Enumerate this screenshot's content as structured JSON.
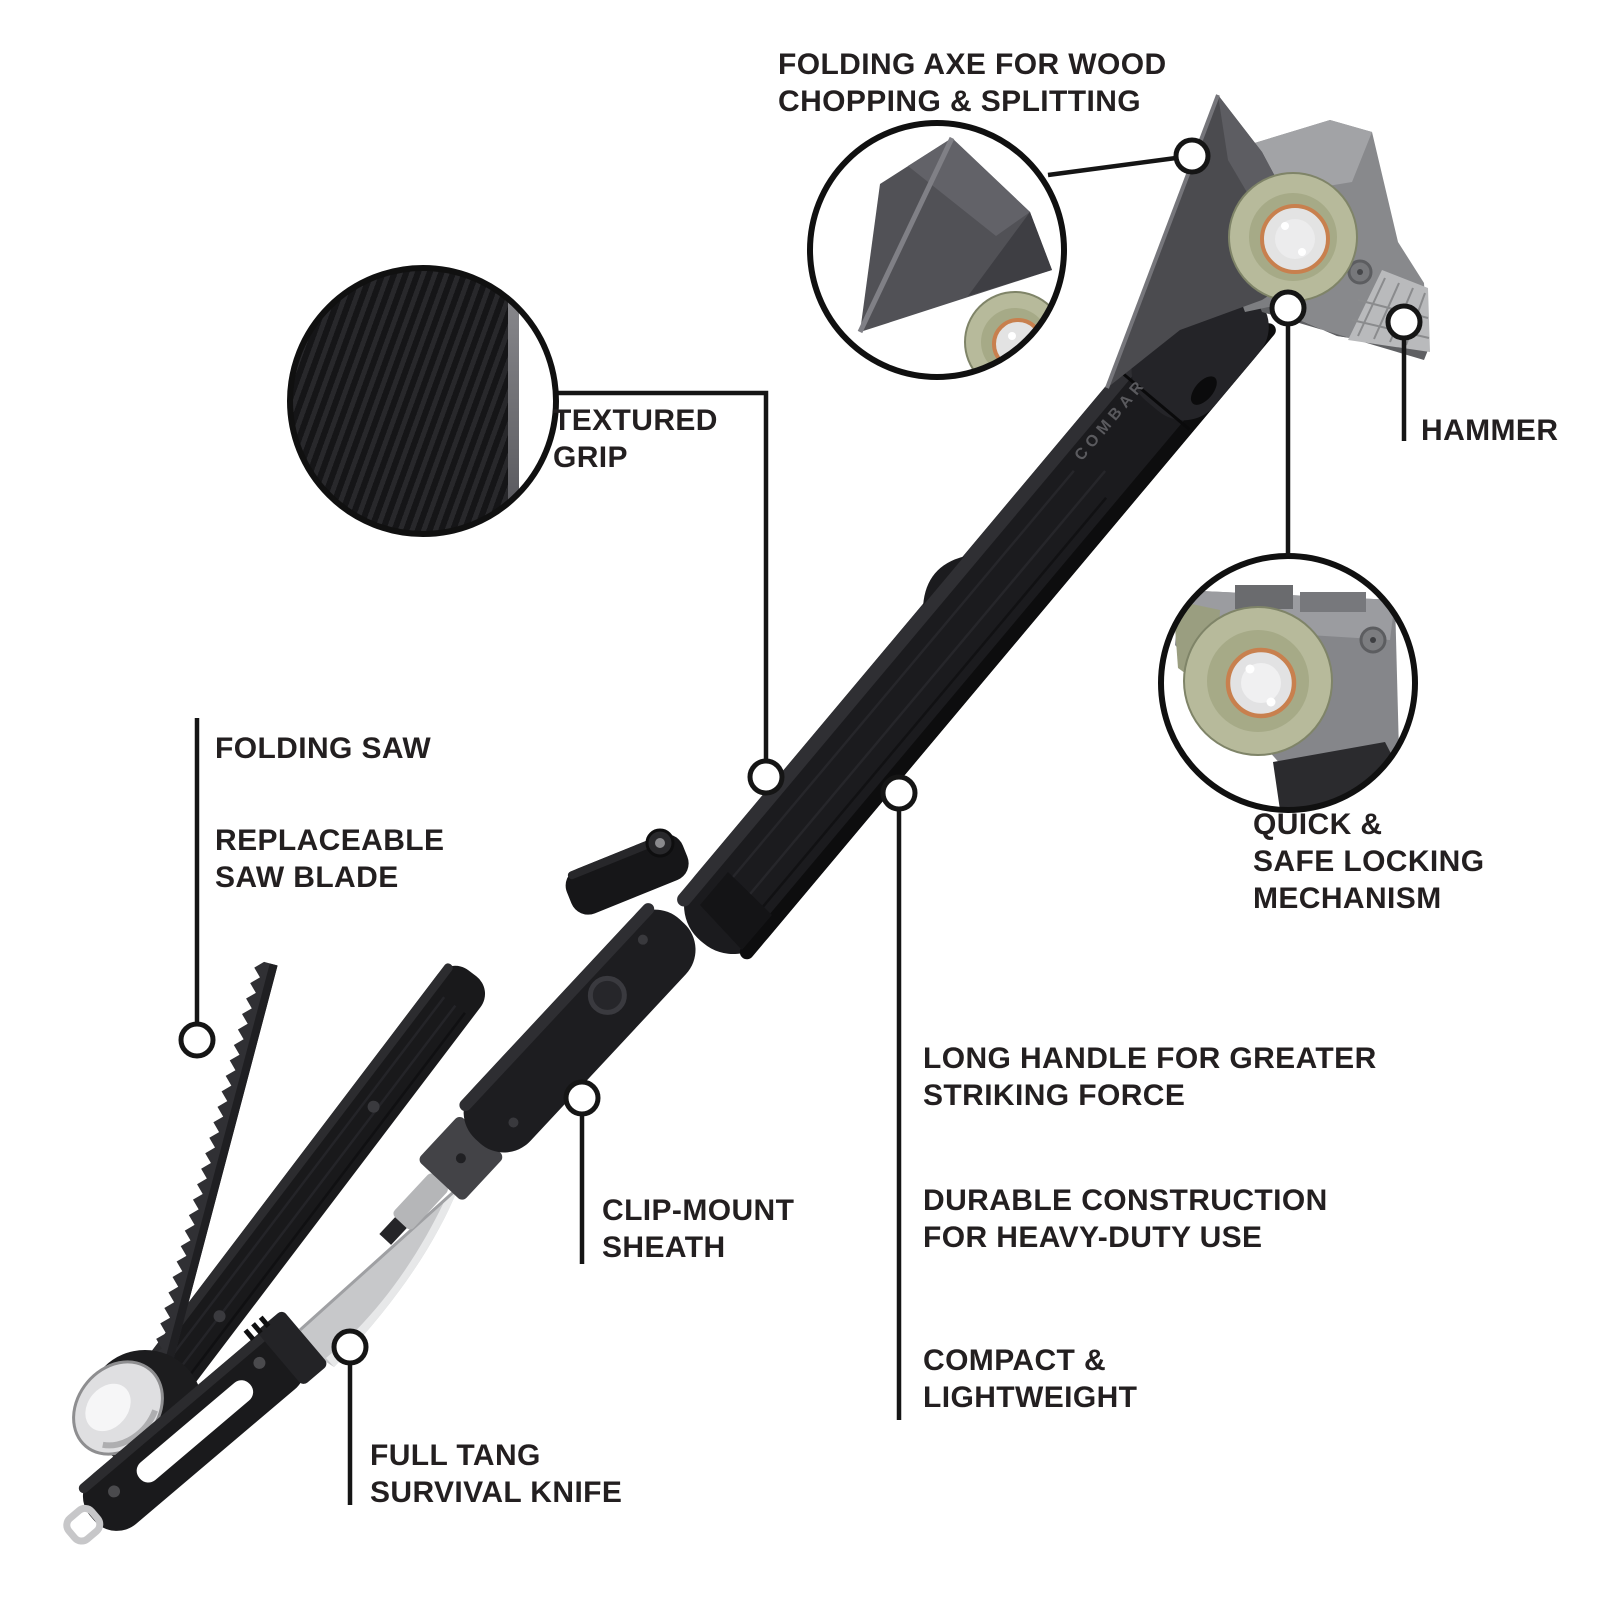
{
  "product": {
    "name": "multi-tool axe infographic",
    "brand_on_handle": "COMBAR"
  },
  "callouts": {
    "folding_axe": "FOLDING AXE FOR WOOD\nCHOPPING & SPLITTING",
    "hammer": "HAMMER",
    "textured_grip": "TEXTURED\nGRIP",
    "quick_safe_locking": "QUICK &\nSAFE LOCKING\nMECHANISM",
    "folding_saw": "FOLDING SAW",
    "replaceable_saw_blade": "REPLACEABLE\nSAW BLADE",
    "clip_mount_sheath": "CLIP-MOUNT\nSHEATH",
    "long_handle": "LONG HANDLE FOR GREATER\nSTRIKING FORCE",
    "durable_construction": "DURABLE CONSTRUCTION\nFOR HEAVY-DUTY USE",
    "compact_lightweight": "COMPACT &\nLIGHTWEIGHT",
    "full_tang_knife": "FULL TANG\nSURVIVAL KNIFE"
  },
  "colors": {
    "background": "#ffffff",
    "text": "#231f20",
    "leader_line": "#151515",
    "handle_black": "#1b1b1e",
    "head_grey": "#88898c",
    "axe_blade_grey": "#4b4b4f",
    "pivot_olive": "#b7ba9b",
    "pivot_silver": "#e3e3e3",
    "pivot_orange_ring": "#c8804e",
    "knife_steel": "#c7c8ca"
  }
}
